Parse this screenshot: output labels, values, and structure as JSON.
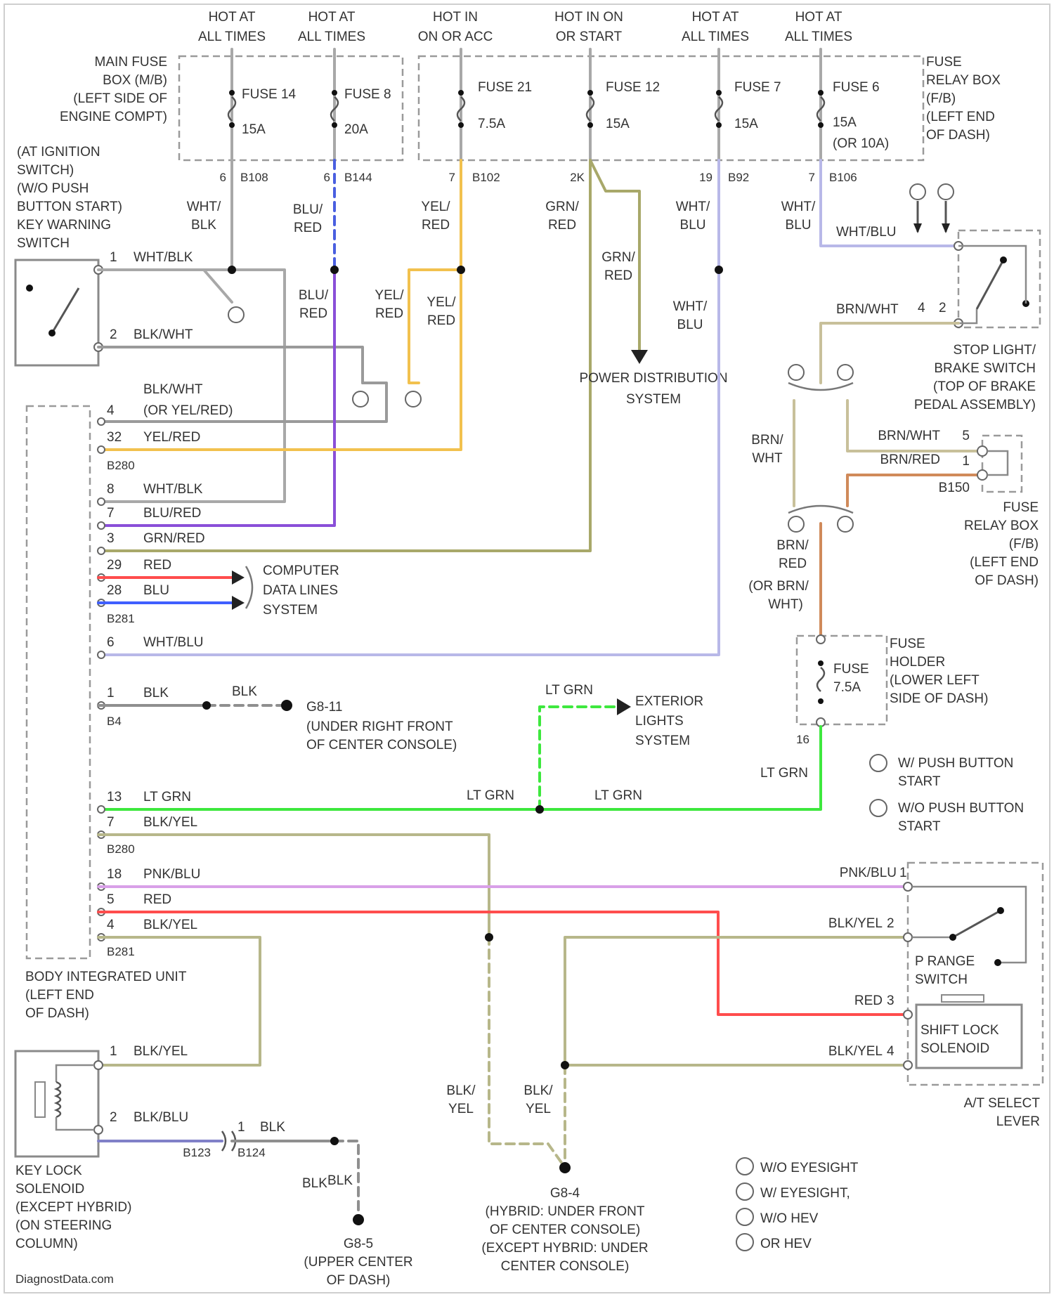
{
  "colors": {
    "gray": "#a8a8a8",
    "blu_red_dash": "#4a5fe0",
    "yel_red": "#f2c14e",
    "grn_red": "#a8a86a",
    "wht_blu": "#b8b8e8",
    "blk_wht": "#9a9a9a",
    "blu_red": "#8a4fd8",
    "red": "#ff4d4d",
    "blu": "#3f5fff",
    "lt_grn": "#3ee83e",
    "blk_yel": "#b7b78a",
    "pnk_blu": "#d8a0e8",
    "brn_wht": "#c8c09a",
    "brn_red": "#d08a5a",
    "blk_blu": "#8080c8"
  },
  "power_labels": [
    {
      "l1": "HOT AT",
      "l2": "ALL TIMES"
    },
    {
      "l1": "HOT AT",
      "l2": "ALL TIMES"
    },
    {
      "l1": "HOT IN",
      "l2": "ON OR ACC"
    },
    {
      "l1": "HOT IN ON",
      "l2": "OR START"
    },
    {
      "l1": "HOT AT",
      "l2": "ALL TIMES"
    },
    {
      "l1": "HOT AT",
      "l2": "ALL TIMES"
    }
  ],
  "main_fuse_box": [
    "MAIN FUSE",
    "BOX (M/B)",
    "(LEFT SIDE OF",
    "ENGINE COMPT)"
  ],
  "fuse_relay_box_top": [
    "FUSE",
    "RELAY BOX",
    "(F/B)",
    "(LEFT END",
    "OF DASH)"
  ],
  "fuses": [
    {
      "name": "FUSE 14",
      "amp": "15A",
      "pin": "6",
      "conn": "B108"
    },
    {
      "name": "FUSE 8",
      "amp": "20A",
      "pin": "6",
      "conn": "B144"
    },
    {
      "name": "FUSE 21",
      "amp": "7.5A",
      "pin": "7",
      "conn": "B102"
    },
    {
      "name": "FUSE 12",
      "amp": "15A",
      "pin": "2K",
      "conn": ""
    },
    {
      "name": "FUSE 7",
      "amp": "15A",
      "pin": "19",
      "conn": "B92"
    },
    {
      "name": "FUSE 6",
      "amp": "15A",
      "amp2": "(OR 10A)",
      "pin": "7",
      "conn": "B106"
    }
  ],
  "ignition_switch": [
    "(AT IGNITION",
    "SWITCH)",
    "(W/O PUSH",
    "BUTTON START)",
    "KEY WARNING",
    "SWITCH"
  ],
  "wire_labels": {
    "wht_blk": [
      "WHT/",
      "BLK"
    ],
    "blu_red_1": [
      "BLU/",
      "RED"
    ],
    "yel_red_1": [
      "YEL/",
      "RED"
    ],
    "grn_red_1": [
      "GRN/",
      "RED"
    ],
    "wht_blu_1": [
      "WHT/",
      "BLU"
    ],
    "wht_blu_2": [
      "WHT/",
      "BLU"
    ],
    "wht_blu_h": "WHT/BLU",
    "blu_red_2": [
      "BLU/",
      "RED"
    ],
    "yel_red_2": [
      "YEL/",
      "RED"
    ],
    "yel_red_3": [
      "YEL/",
      "RED"
    ],
    "grn_red_2": [
      "GRN/",
      "RED"
    ],
    "wht_blu_3": [
      "WHT/",
      "BLU"
    ],
    "brn_wht_h": "BRN/WHT",
    "brn_wht_v": [
      "BRN/",
      "WHT"
    ],
    "brn_red_v": [
      "BRN/",
      "RED",
      "(OR BRN/",
      "WHT)"
    ],
    "lt_grn_1": "LT GRN",
    "lt_grn_2": "LT GRN",
    "lt_grn_3": "LT GRN",
    "lt_grn_4": "LT GRN",
    "blk_yel_a": [
      "BLK/",
      "YEL"
    ],
    "blk_yel_b": [
      "BLK/",
      "YEL"
    ],
    "blk_1": "BLK",
    "blk_2": "BLK",
    "blk_3": "BLK"
  },
  "switch_pins": {
    "p1": "1",
    "p1_wire": "WHT/BLK",
    "p2": "2",
    "p2_wire": "BLK/WHT"
  },
  "power_distribution": [
    "POWER DISTRIBUTION",
    "SYSTEM"
  ],
  "stop_light_switch": [
    "STOP LIGHT/",
    "BRAKE SWITCH",
    "(TOP OF BRAKE",
    "PEDAL ASSEMBLY)"
  ],
  "stop_pins": {
    "p4": "4",
    "p2": "2"
  },
  "bcu_pins": [
    {
      "pin": "4",
      "wire": "BLK/WHT",
      "alt": "(OR YEL/RED)"
    },
    {
      "pin": "32",
      "wire": "YEL/RED"
    },
    {
      "conn": "B280"
    },
    {
      "pin": "8",
      "wire": "WHT/BLK"
    },
    {
      "pin": "7",
      "wire": "BLU/RED"
    },
    {
      "pin": "3",
      "wire": "GRN/RED"
    },
    {
      "pin": "29",
      "wire": "RED"
    },
    {
      "pin": "28",
      "wire": "BLU"
    },
    {
      "conn": "B281"
    },
    {
      "pin": "6",
      "wire": "WHT/BLU"
    },
    {
      "pin": "1",
      "wire": "BLK"
    },
    {
      "conn": "B4"
    },
    {
      "pin": "13",
      "wire": "LT GRN"
    },
    {
      "pin": "7",
      "wire": "BLK/YEL"
    },
    {
      "conn": "B280"
    },
    {
      "pin": "18",
      "wire": "PNK/BLU"
    },
    {
      "pin": "5",
      "wire": "RED"
    },
    {
      "pin": "4",
      "wire": "BLK/YEL"
    },
    {
      "conn": "B281"
    }
  ],
  "computer_data_lines": [
    "COMPUTER",
    "DATA LINES",
    "SYSTEM"
  ],
  "fuse_relay_box_right": {
    "pin5": "5",
    "pin1": "1",
    "wire5": "BRN/WHT",
    "wire1": "BRN/RED",
    "conn": "B150",
    "label": [
      "FUSE",
      "RELAY BOX",
      "(F/B)",
      "(LEFT END",
      "OF DASH)"
    ]
  },
  "fuse_holder": {
    "fuse": "FUSE",
    "amp": "7.5A",
    "pin": "16",
    "label": [
      "FUSE",
      "HOLDER",
      "(LOWER LEFT",
      "SIDE OF DASH)"
    ]
  },
  "ground_g811": [
    "G8-11",
    "(UNDER RIGHT FRONT",
    "OF CENTER CONSOLE)"
  ],
  "exterior_lights": [
    "EXTERIOR",
    "LIGHTS",
    "SYSTEM"
  ],
  "legend_push": [
    {
      "sym": "1",
      "text": [
        "W/ PUSH BUTTON",
        "START"
      ]
    },
    {
      "sym": "2",
      "text": [
        "W/O PUSH BUTTON",
        "START"
      ]
    }
  ],
  "body_integrated_unit": [
    "BODY INTEGRATED UNIT",
    "(LEFT END",
    "OF DASH)"
  ],
  "select_lever": {
    "pins": [
      {
        "pin": "1",
        "wire": "PNK/BLU"
      },
      {
        "pin": "2",
        "wire": "BLK/YEL"
      },
      {
        "pin": "3",
        "wire": "RED"
      },
      {
        "pin": "4",
        "wire": "BLK/YEL"
      }
    ],
    "p_range": [
      "P RANGE",
      "SWITCH"
    ],
    "shift_lock": [
      "SHIFT LOCK",
      "SOLENOID"
    ],
    "label": [
      "A/T SELECT",
      "LEVER"
    ]
  },
  "key_lock": {
    "p1": "1",
    "w1": "BLK/YEL",
    "p2": "2",
    "w2": "BLK/BLU",
    "conn1": "B123",
    "conn2": "B124",
    "p3": "1",
    "w3": "BLK",
    "label": [
      "KEY LOCK",
      "SOLENOID",
      "(EXCEPT HYBRID)",
      "(ON STEERING",
      "COLUMN)"
    ]
  },
  "ground_g84": [
    "G8-4",
    "(HYBRID: UNDER FRONT",
    "OF CENTER CONSOLE)",
    "(EXCEPT HYBRID: UNDER",
    "CENTER CONSOLE)"
  ],
  "ground_g85": [
    "G8-5",
    "(UPPER CENTER",
    "OF DASH)"
  ],
  "legend_variant": [
    {
      "sym": "3",
      "text": "W/O EYESIGHT"
    },
    {
      "sym": "4",
      "text": "W/ EYESIGHT,"
    },
    {
      "sym": "5",
      "text": "W/O HEV"
    },
    {
      "sym": "6",
      "text": "OR HEV"
    }
  ],
  "watermark": "DiagnostData.com"
}
